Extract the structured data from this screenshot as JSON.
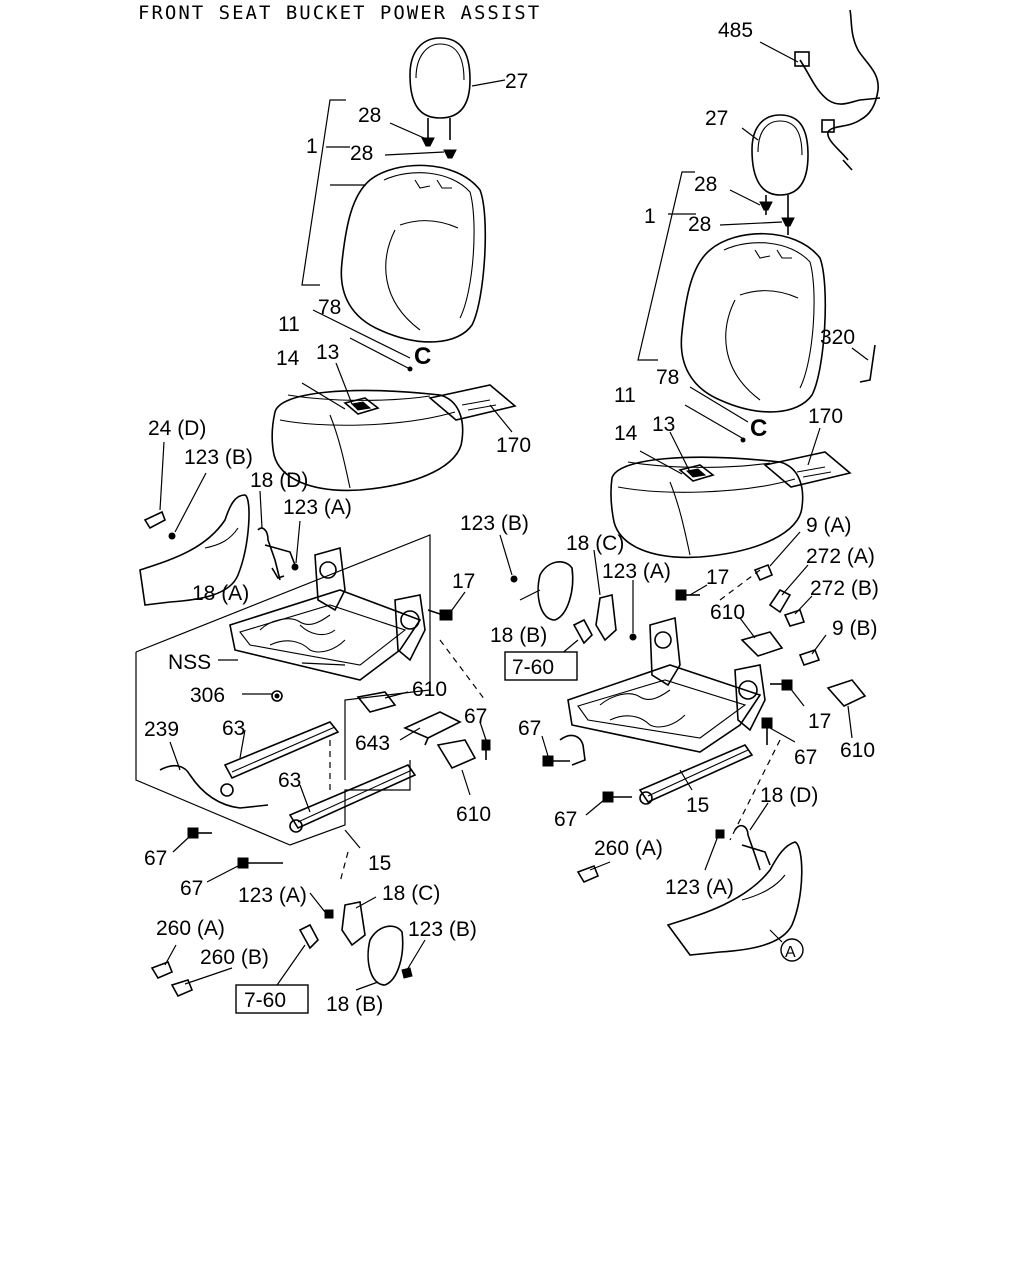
{
  "diagram": {
    "title": "FRONT SEAT BUCKET POWER ASSIST",
    "left_assembly": {
      "labels": {
        "p27": "27",
        "p28a": "28",
        "p1": "1",
        "p28b": "28",
        "p78": "78",
        "p11": "11",
        "c_ref": "C",
        "p14": "14",
        "p13": "13",
        "p170": "170",
        "p24d": "24 (D)",
        "p123b_top": "123 (B)",
        "p18d": "18 (D)",
        "p123a_top": "123 (A)",
        "p18a": "18 (A)",
        "p17": "17",
        "nss": "NSS",
        "p306": "306",
        "p610a": "610",
        "p239": "239",
        "p63a": "63",
        "p643": "643",
        "p67a": "67",
        "p610b": "610",
        "p63b": "63",
        "p67b": "67",
        "p15": "15",
        "p67c": "67",
        "p123a_bot": "123 (A)",
        "p18c": "18 (C)",
        "p260a": "260 (A)",
        "p260b": "260 (B)",
        "p123b_bot": "123 (B)",
        "ref_7_60": "7-60",
        "p18b": "18 (B)"
      }
    },
    "right_assembly": {
      "labels": {
        "p485": "485",
        "p27": "27",
        "p28a": "28",
        "p1": "1",
        "p28b": "28",
        "p320": "320",
        "p78": "78",
        "p11": "11",
        "c_ref": "C",
        "p14": "14",
        "p13": "13",
        "p170": "170",
        "p123b": "123 (B)",
        "p18c": "18 (C)",
        "p123a_top": "123 (A)",
        "p17a": "17",
        "p9a": "9 (A)",
        "p272a": "272 (A)",
        "p272b": "272 (B)",
        "p18b": "18 (B)",
        "p610a": "610",
        "p9b": "9 (B)",
        "ref_7_60": "7-60",
        "p17b": "17",
        "p67a": "67",
        "p67b": "67",
        "p610b": "610",
        "p15": "15",
        "p67c": "67",
        "p18d": "18 (D)",
        "p260a": "260 (A)",
        "p123a_bot": "123 (A)",
        "a_ref": "A"
      }
    }
  }
}
